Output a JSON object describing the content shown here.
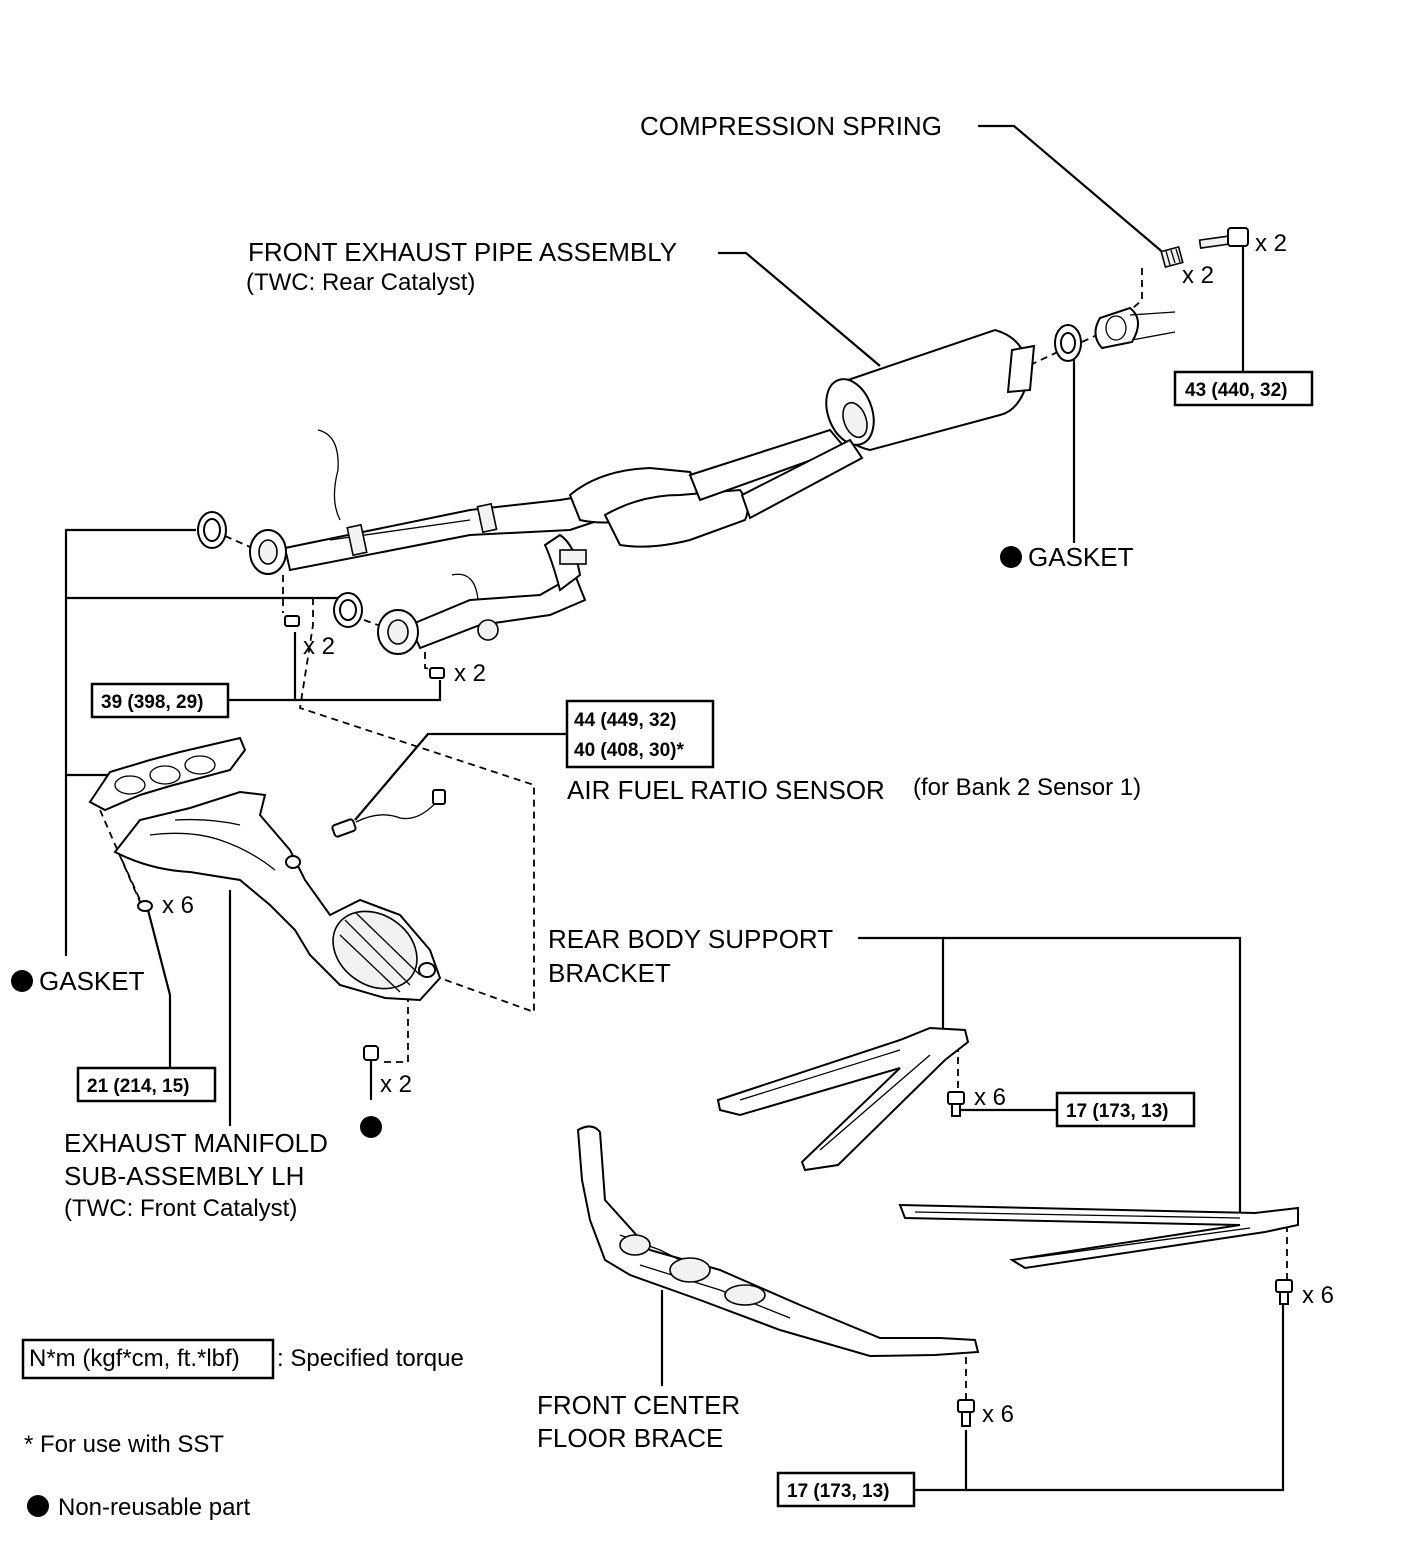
{
  "labels": {
    "compression_spring": "COMPRESSION SPRING",
    "front_exhaust_pipe_l1": "FRONT EXHAUST PIPE ASSEMBLY",
    "front_exhaust_pipe_l2": "(TWC: Rear Catalyst)",
    "gasket_right": "GASKET",
    "gasket_left": "GASKET",
    "air_fuel_ratio_sensor": "AIR FUEL RATIO SENSOR",
    "air_fuel_ratio_sensor_note": "(for Bank 2 Sensor 1)",
    "rear_body_support_l1": "REAR BODY SUPPORT",
    "rear_body_support_l2": "BRACKET",
    "exhaust_manifold_l1": "EXHAUST MANIFOLD",
    "exhaust_manifold_l2": "SUB-ASSEMBLY LH",
    "exhaust_manifold_l3": "(TWC: Front Catalyst)",
    "front_center_floor_brace_l1": "FRONT CENTER",
    "front_center_floor_brace_l2": "FLOOR BRACE"
  },
  "quantities": {
    "spring": "x 2",
    "bolt_top": "x 2",
    "bolt_pipe_left": "x 2",
    "bolt_pipe_mid": "x 2",
    "manifold_nut": "x 6",
    "manifold_lower_nut": "x 2",
    "bracket_bolt": "x 6",
    "bracket_right_bolt": "x 6",
    "brace_bolt": "x 6"
  },
  "torques": {
    "t_43": "43 (440, 32)",
    "t_39": "39 (398, 29)",
    "t_44": "44 (449, 32)",
    "t_40": "40 (408, 30)*",
    "t_21": "21 (214, 15)",
    "t_17_bracket": "17 (173, 13)",
    "t_17_brace": "17 (173, 13)"
  },
  "legend": {
    "torque_box": "N*m (kgf*cm, ft.*lbf)",
    "torque_text": ": Specified torque",
    "sst_note": "* For use with SST",
    "non_reusable": "Non-reusable part"
  }
}
